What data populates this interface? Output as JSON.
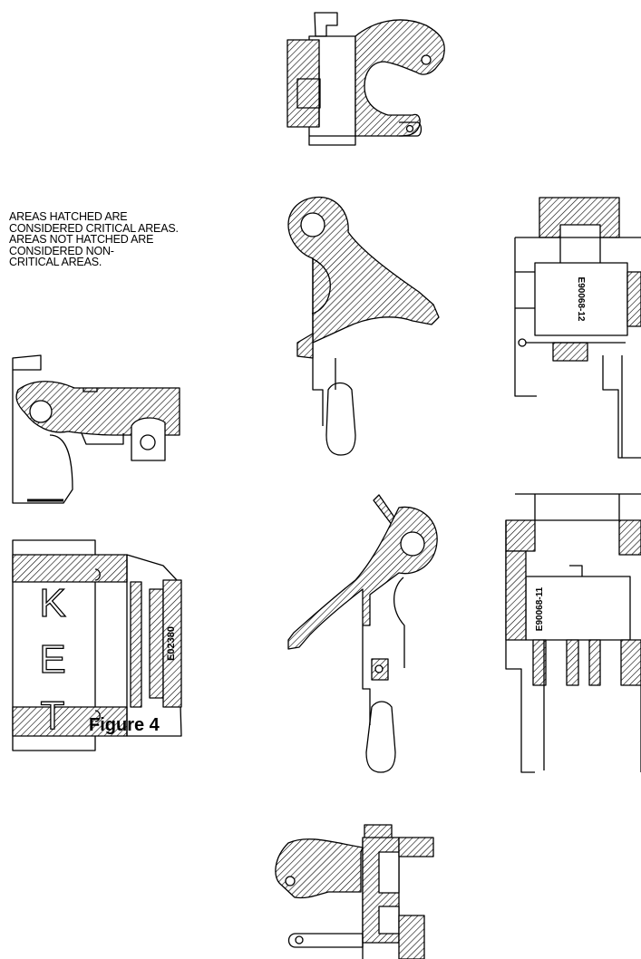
{
  "note": {
    "lines": [
      "AREAS HATCHED ARE",
      "CONSIDERED CRITICAL AREAS.",
      "AREAS NOT HATCHED ARE",
      "CONSIDERED NON-",
      "CRITICAL AREAS."
    ]
  },
  "caption": "Figure 4",
  "parts": {
    "part_a_label": "E90068-12",
    "part_b_label": "E90068-11",
    "housing_letters": [
      "K",
      "E",
      "T"
    ],
    "housing_code": "E02380"
  },
  "style": {
    "hatch_color": "#000000",
    "line_color": "#000000",
    "background": "#ffffff"
  }
}
